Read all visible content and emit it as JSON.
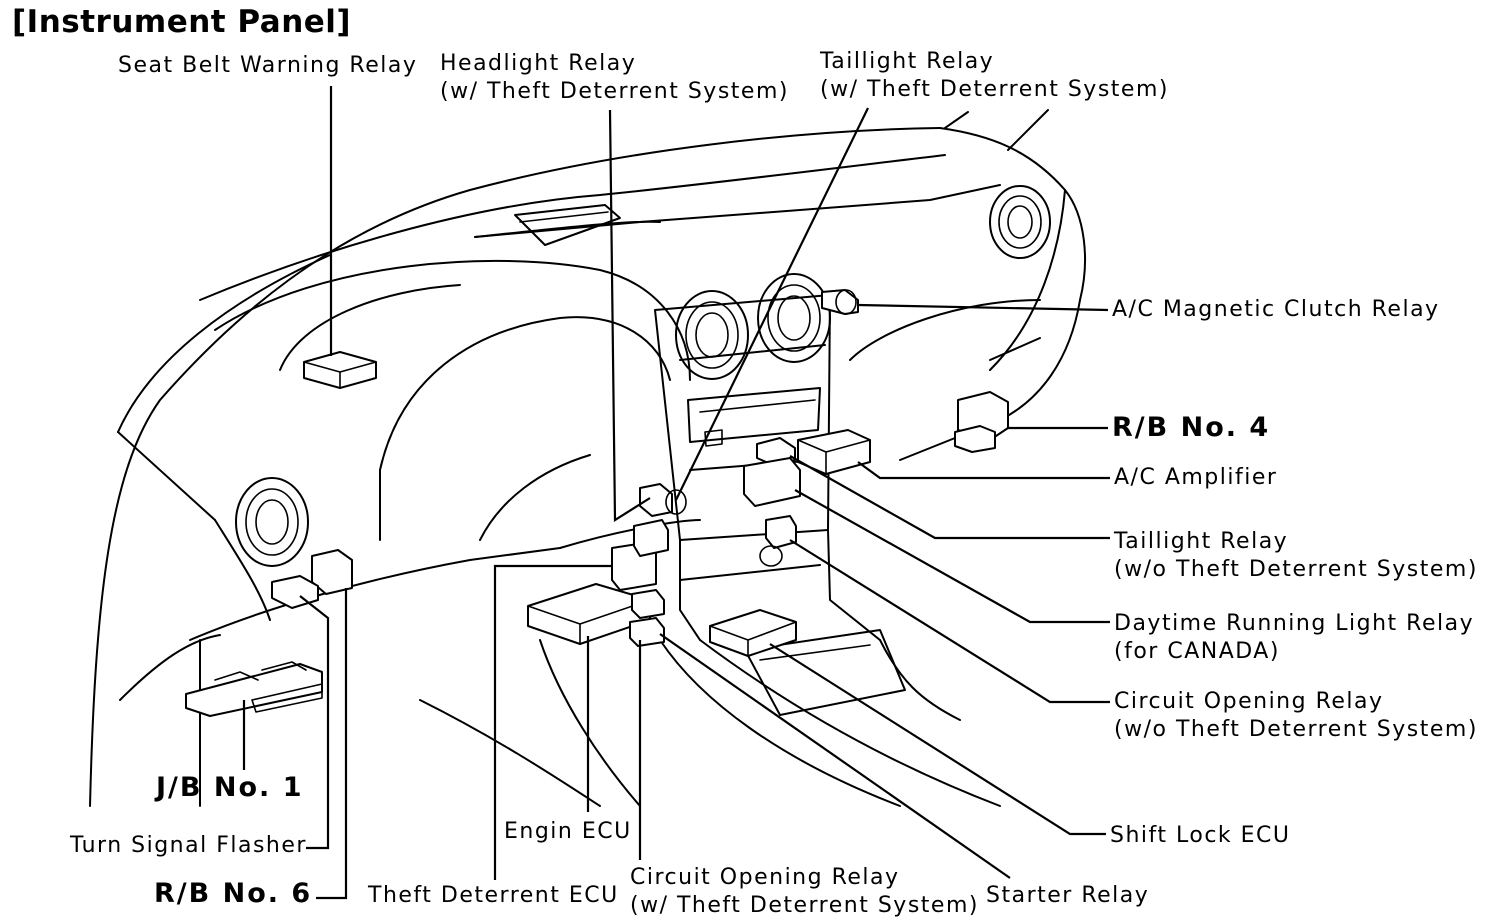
{
  "title": "[Instrument Panel]",
  "labels": {
    "seat_belt_warning_relay": "Seat Belt Warning Relay",
    "headlight_relay": [
      "Headlight Relay",
      "(w/ Theft Deterrent System)"
    ],
    "taillight_relay_w": [
      "Taillight Relay",
      "(w/ Theft Deterrent System)"
    ],
    "ac_magnetic_clutch_relay": "A/C Magnetic Clutch Relay",
    "rb_no4": "R/B No. 4",
    "ac_amplifier": "A/C Amplifier",
    "taillight_relay_wo": [
      "Taillight Relay",
      "(w/o Theft Deterrent System)"
    ],
    "daytime_running_light_relay": [
      "Daytime Running Light Relay",
      "(for CANADA)"
    ],
    "circuit_opening_relay_wo": [
      "Circuit Opening Relay",
      "(w/o Theft Deterrent System)"
    ],
    "shift_lock_ecu": "Shift Lock ECU",
    "starter_relay": "Starter Relay",
    "circuit_opening_relay_w": [
      "Circuit Opening Relay",
      "(w/ Theft Deterrent System)"
    ],
    "theft_deterrent_ecu": "Theft Deterrent ECU",
    "engin_ecu": "Engin ECU",
    "rb_no6": "R/B No. 6",
    "turn_signal_flasher": "Turn Signal Flasher",
    "jb_no1": "J/B No. 1"
  }
}
